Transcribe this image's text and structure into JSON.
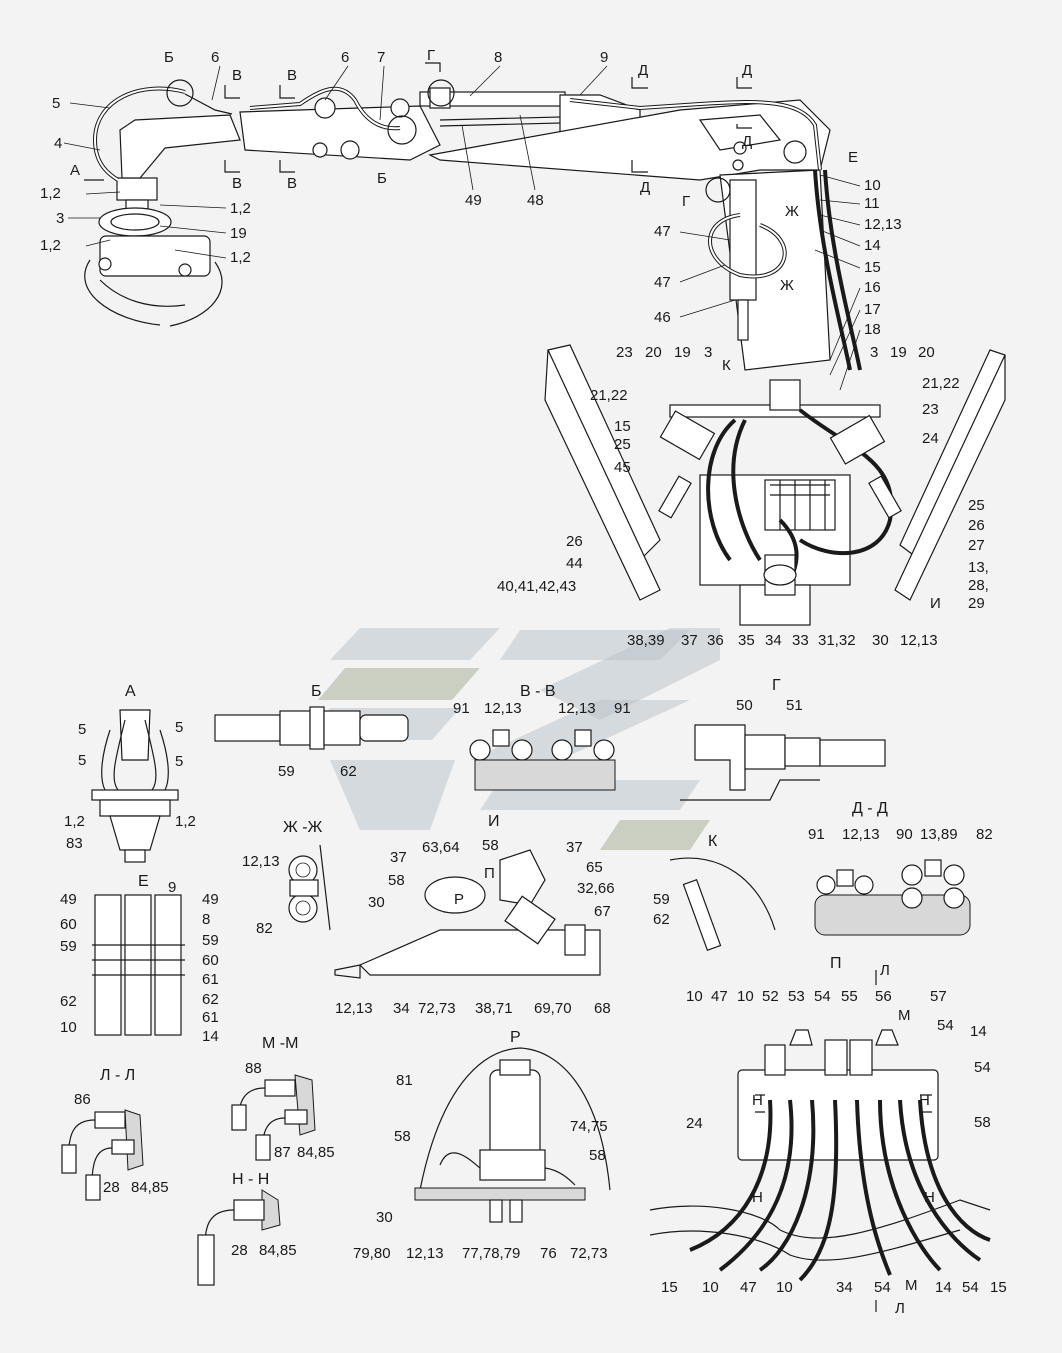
{
  "colors": {
    "background": "#f3f3f3",
    "ink": "#1a1a1a",
    "watermark_blue": "#b9c4cc",
    "watermark_green": "#b0b8a0"
  },
  "views": {
    "A": "А",
    "B": "Б",
    "VV": "В - В",
    "G": "Г",
    "ZhZh": "Ж -Ж",
    "I": "И",
    "K": "К",
    "DD": "Д - Д",
    "E": "Е",
    "P": "П",
    "MM": "М -М",
    "LL": "Л - Л",
    "R": "Р",
    "NN": "Н - Н"
  },
  "markers": {
    "A": "А",
    "B": "Б",
    "V": "В",
    "G": "Г",
    "D": "Д",
    "E": "Е",
    "Zh": "Ж",
    "K": "К",
    "I": "И",
    "L": "Л",
    "M": "М",
    "N": "Н",
    "P": "П",
    "R": "Р"
  },
  "callouts": {
    "c1_2": "1,2",
    "c3": "3",
    "c4": "4",
    "c5": "5",
    "c6": "6",
    "c7": "7",
    "c8": "8",
    "c9": "9",
    "c10": "10",
    "c11": "11",
    "c12_13": "12,13",
    "c13_28_29_a": "13,",
    "c13_28_29_b": "28,",
    "c13_28_29_c": "29",
    "c14": "14",
    "c15": "15",
    "c16": "16",
    "c17": "17",
    "c18": "18",
    "c19": "19",
    "c20": "20",
    "c21_22": "21,22",
    "c23": "23",
    "c24": "24",
    "c25": "25",
    "c26": "26",
    "c27": "27",
    "c28": "28",
    "c30": "30",
    "c31_32": "31,32",
    "c32_66": "32,66",
    "c33": "33",
    "c34": "34",
    "c35": "35",
    "c36": "36",
    "c37": "37",
    "c38_39": "38,39",
    "c38_71": "38,71",
    "c40_43": "40,41,42,43",
    "c44": "44",
    "c45": "45",
    "c46": "46",
    "c47": "47",
    "c48": "48",
    "c49": "49",
    "c50": "50",
    "c51": "51",
    "c52": "52",
    "c53": "53",
    "c54": "54",
    "c55": "55",
    "c56": "56",
    "c57": "57",
    "c58": "58",
    "c59": "59",
    "c60": "60",
    "c61": "61",
    "c62": "62",
    "c63_64": "63,64",
    "c65": "65",
    "c67": "67",
    "c68": "68",
    "c69_70": "69,70",
    "c72_73": "72,73",
    "c74_75": "74,75",
    "c76": "76",
    "c77_79": "77,78,79",
    "c79_80": "79,80",
    "c81": "81",
    "c82": "82",
    "c83": "83",
    "c84_85": "84,85",
    "c86": "86",
    "c87": "87",
    "c88": "88",
    "c89": "13,89",
    "c90": "90",
    "c91": "91"
  }
}
